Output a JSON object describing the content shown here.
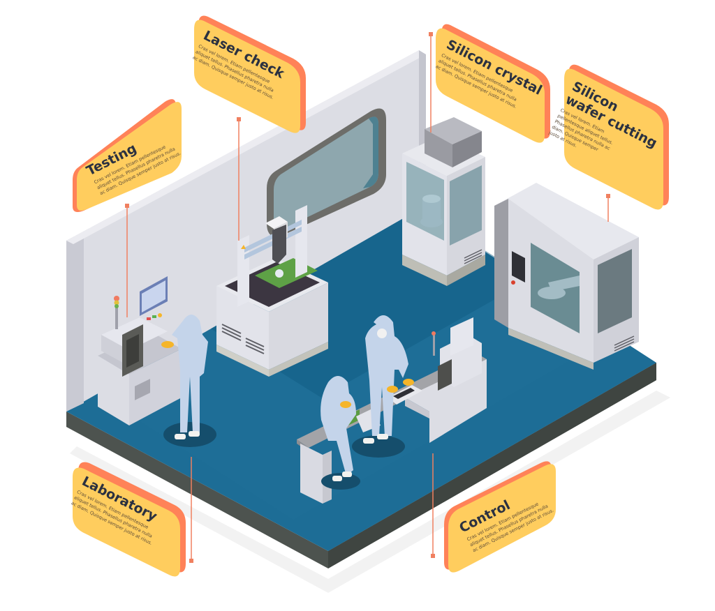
{
  "colors": {
    "label_fill": "#ffcd5e",
    "label_shadow": "#ff8258",
    "connector": "#f08060",
    "floor": "#1d6d96",
    "floor_dark": "#0f5a80",
    "floor_edge": "#4d534f",
    "wall": "#dcdde4",
    "wall_side": "#c9cad3",
    "machine": "#e4e5ec",
    "glass": "#7ea3ad",
    "suit": "#c4d4ea",
    "glove": "#f5b52a"
  },
  "labels": {
    "testing": {
      "title": "Testing",
      "body": [
        "Cras vel lorem. Etiam pellentesque",
        "aliquet tellus. Phasellus pharetra nulla",
        "ac diam. Quisque semper justo at risus."
      ]
    },
    "laser_check": {
      "title": "Laser check",
      "body": [
        "Cras vel lorem. Etiam pellentesque",
        "aliquet tellus. Phasellus pharetra nulla",
        "ac diam. Quisque semper justo at risus."
      ]
    },
    "silicon_crystal": {
      "title": "Silicon crystal",
      "body": [
        "Cras vel lorem. Etiam pellentesque",
        "aliquet tellus. Phasellus pharetra nulla",
        "ac diam. Quisque semper justo at risus."
      ]
    },
    "silicon_wafer_cutting": {
      "title_line1": "Silicon",
      "title_line2": "wafer cutting",
      "body": [
        "Cras vel lorem. Etiam",
        "pellentesque aliquet tellus.",
        "Phasellus pharetra nulla ac",
        "diam. Quisque semper",
        "justo at risus."
      ]
    },
    "laboratory": {
      "title": "Laboratory",
      "body": [
        "Cras vel lorem. Etiam pellentesque",
        "aliquet tellus. Phasellus pharetra nulla",
        "ac diam. Quisque semper justo at risus."
      ]
    },
    "control": {
      "title": "Control",
      "body": [
        "Cras vel lorem. Etiam pellentesque",
        "aliquet tellus. Phasellus pharetra nulla",
        "ac diam. Quisque semper justo at risus."
      ]
    }
  }
}
